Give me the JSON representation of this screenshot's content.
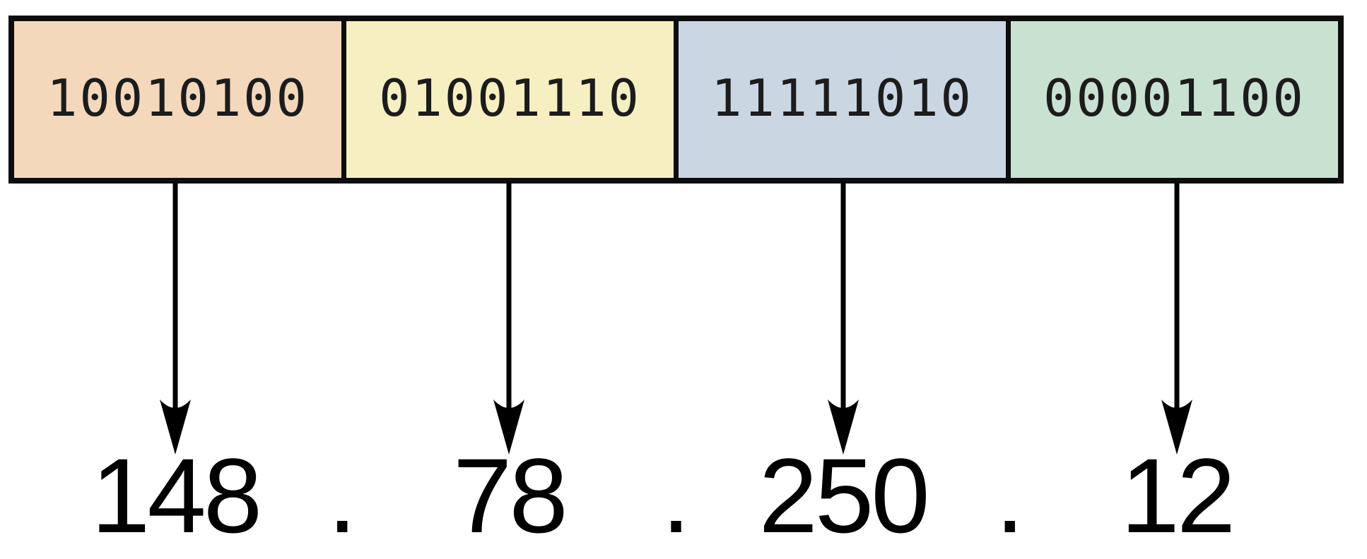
{
  "colors": {
    "background": "#ffffff",
    "border": "#0d0d0d",
    "binary_text": "#1c1c1c",
    "decimal_text": "#000000",
    "arrow": "#000000"
  },
  "separator": ".",
  "octets": [
    {
      "binary": "10010100",
      "decimal": "148",
      "fill": "#f3d8bc"
    },
    {
      "binary": "01001110",
      "decimal": "78",
      "fill": "#f6efc2"
    },
    {
      "binary": "11111010",
      "decimal": "250",
      "fill": "#cad6e2"
    },
    {
      "binary": "00001100",
      "decimal": "12",
      "fill": "#c9e1d1"
    }
  ]
}
